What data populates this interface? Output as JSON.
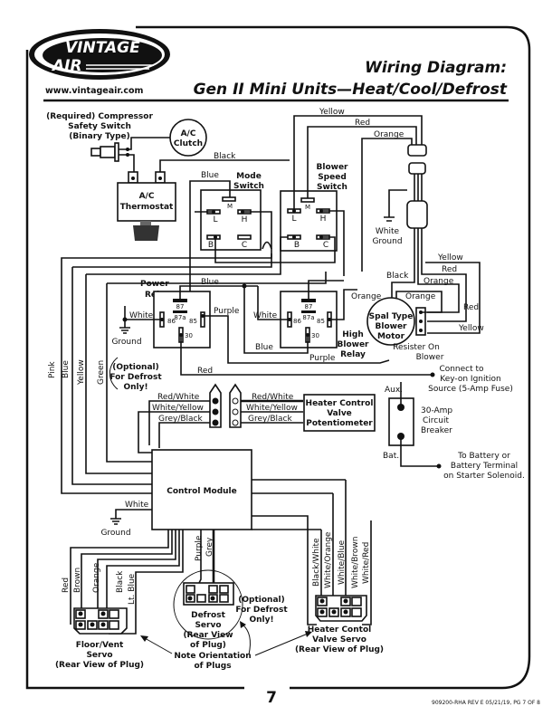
{
  "header": {
    "logo_top": "VINTAGE",
    "logo_bottom": "AIR",
    "website": "www.vintageair.com",
    "title_line1": "Wiring Diagram:",
    "title_line2": "Gen II Mini Units—Heat/Cool/Defrost"
  },
  "components": {
    "compressor_switch": [
      "(Required) Compressor",
      "Safety Switch",
      "(Binary Type)"
    ],
    "ac_clutch": [
      "A/C",
      "Clutch"
    ],
    "ac_thermostat": [
      "A/C",
      "Thermostat"
    ],
    "mode_switch": [
      "Mode",
      "Switch"
    ],
    "blower_speed_switch": [
      "Blower",
      "Speed",
      "Switch"
    ],
    "switch_terminals": {
      "m": "M",
      "l": "L",
      "h": "H",
      "b": "B",
      "c": "C"
    },
    "white_ground": [
      "White",
      "Ground"
    ],
    "power_relay": [
      "Power",
      "Relay"
    ],
    "high_blower_relay": [
      "High",
      "Blower",
      "Relay"
    ],
    "relay_pins": {
      "p87": "87",
      "p87a": "87a",
      "p86": "86",
      "p85": "85",
      "p30": "30"
    },
    "blower_motor": [
      "Spal Type",
      "Blower",
      "Motor"
    ],
    "resister": [
      "Resister On",
      "Blower"
    ],
    "ignition": [
      "Connect to",
      "Key-on Ignition",
      "Source (5-Amp Fuse)"
    ],
    "breaker": [
      "30-Amp",
      "Circuit",
      "Breaker"
    ],
    "breaker_aux": "Aux.",
    "breaker_bat": "Bat.",
    "battery": [
      "To Battery or",
      "Battery Terminal",
      "on Starter Solenoid."
    ],
    "defrost_optional": [
      "(Optional)",
      "For Defrost",
      "Only!"
    ],
    "heater_pot": [
      "Heater Control",
      "Valve",
      "Potentiometer"
    ],
    "control_module": "Control Module",
    "ground": "Ground",
    "floor_vent_servo": [
      "Floor/Vent",
      "Servo",
      "(Rear View of Plug)"
    ],
    "defrost_servo": [
      "Defrost",
      "Servo",
      "(Rear View",
      "of Plug)"
    ],
    "defrost_servo_optional": [
      "(Optional)",
      "For Defrost",
      "Only!"
    ],
    "note_orientation": [
      "Note Orientation",
      "of Plugs"
    ],
    "heater_servo": [
      "Heater Contol",
      "Valve Servo",
      "(Rear View of Plug)"
    ]
  },
  "wires": {
    "yellow": "Yellow",
    "red": "Red",
    "orange": "Orange",
    "black": "Black",
    "blue": "Blue",
    "white": "White",
    "purple": "Purple",
    "pink": "Pink",
    "green": "Green",
    "red_white": "Red/White",
    "white_yellow": "White/Yellow",
    "grey_black": "Grey/Black",
    "brown": "Brown",
    "lt_blue": "Lt. Blue",
    "grey": "Grey",
    "black_white": "Black/White",
    "white_orange": "White/Orange",
    "white_blue": "White/Blue",
    "white_brown": "White/Brown",
    "white_red": "White/Red"
  },
  "footer": {
    "page_number": "7",
    "doc_ref": "909200-RHA REV E 05/21/19, PG 7 OF 8"
  }
}
